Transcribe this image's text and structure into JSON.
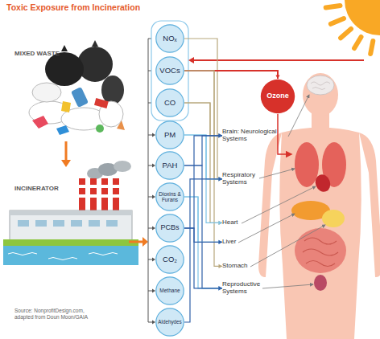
{
  "diagram": {
    "title": "Toxic Exposure from Incineration",
    "caption": "Source: NonprofitDesign.com, adapted from Doun Moon/GAIA",
    "nodes": [
      {
        "text": [
          "NOₓ"
        ]
      },
      {
        "text": [
          "VOCs"
        ]
      },
      {
        "text": [
          "CO"
        ]
      },
      {
        "text": [
          "PM"
        ]
      },
      {
        "text": [
          "PAH"
        ]
      },
      {
        "text": [
          "Dioxins & Furans"
        ]
      },
      {
        "text": [
          "PCBs"
        ]
      },
      {
        "text": [
          "CO₂"
        ]
      },
      {
        "text": [
          "Methane"
        ]
      },
      {
        "text": [
          "Aldehydes"
        ]
      },
      {
        "text": [
          "Ozone"
        ]
      },
      {
        "text": [
          "Brain: Neurological Systems"
        ]
      },
      {
        "text": [
          "Respiratory Systems"
        ]
      },
      {
        "text": [
          "Heart"
        ]
      },
      {
        "text": [
          "Liver"
        ]
      },
      {
        "text": [
          "Stomach"
        ]
      },
      {
        "text": [
          "Reproductive Systems"
        ]
      }
    ],
    "edges": [
      {
        "from": 0,
        "to": 12,
        "arrow": "to"
      },
      {
        "from": 1,
        "to": 10,
        "arrow": "to"
      },
      {
        "from": 1,
        "to": 12,
        "arrow": "to"
      },
      {
        "from": 1,
        "to": 15,
        "arrow": "to"
      },
      {
        "from": 2,
        "to": 11,
        "arrow": "to"
      },
      {
        "from": 2,
        "to": 13,
        "arrow": "to"
      },
      {
        "from": 3,
        "to": 12,
        "arrow": "to"
      },
      {
        "from": 3,
        "to": 13,
        "arrow": "to"
      },
      {
        "from": 4,
        "to": 11,
        "arrow": "to"
      },
      {
        "from": 4,
        "to": 16,
        "arrow": "to"
      },
      {
        "from": 5,
        "to": 14,
        "arrow": "to"
      },
      {
        "from": 5,
        "to": 16,
        "arrow": "to"
      },
      {
        "from": 6,
        "to": 11,
        "arrow": "to"
      },
      {
        "from": 6,
        "to": 14,
        "arrow": "to"
      },
      {
        "from": 6,
        "to": 16,
        "arrow": "to"
      },
      {
        "from": 9,
        "to": 12,
        "arrow": "to"
      }
    ],
    "labels": [
      "MIXED WASTE",
      "INCINERATOR"
    ]
  }
}
